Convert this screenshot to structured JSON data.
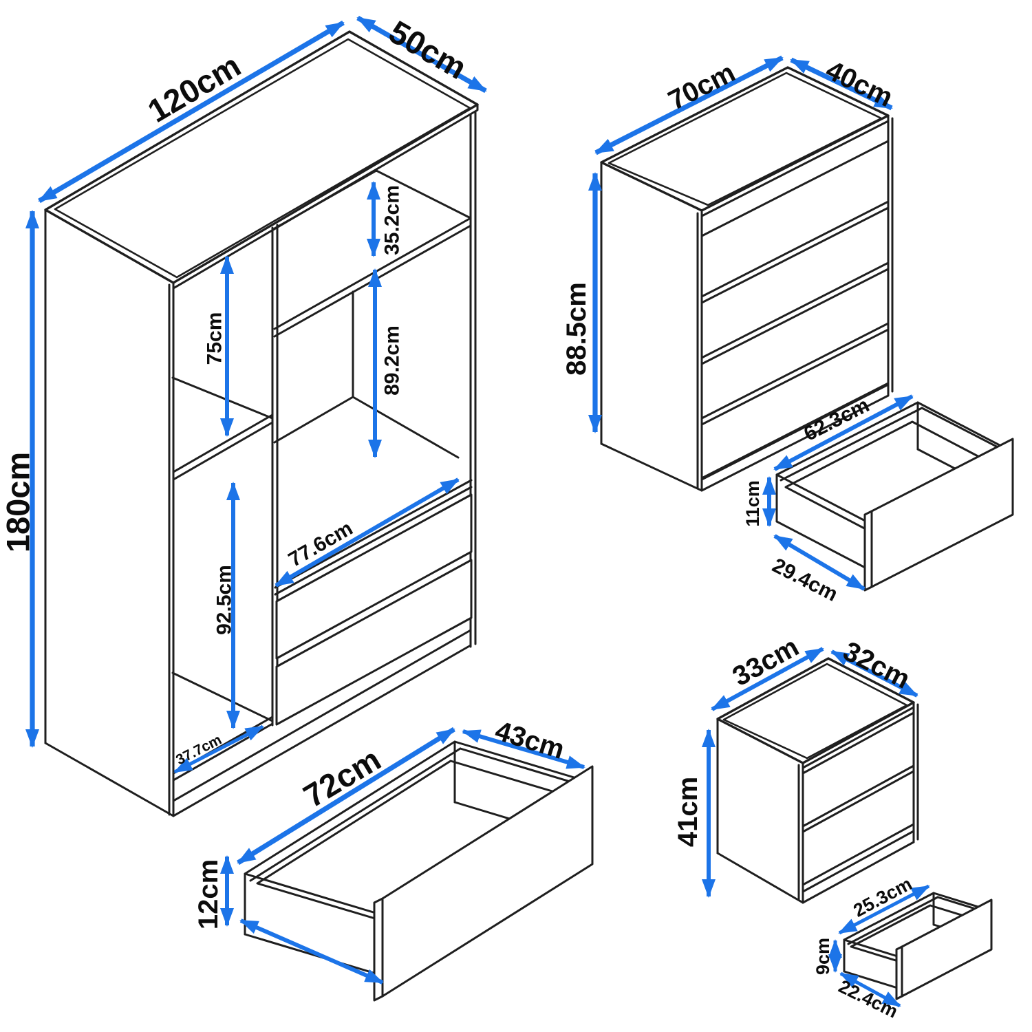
{
  "colors": {
    "bg": "#ffffff",
    "line": "#1f1f1f",
    "arrow": "#1c74e8"
  },
  "wardrobe": {
    "width": "120cm",
    "depth": "50cm",
    "height": "180cm",
    "left_top_compartment": "75cm",
    "left_bottom_compartment": "92.5cm",
    "left_interior_width": "37.7cm",
    "right_top_compartment": "35.2cm",
    "right_hanging_height": "89.2cm",
    "right_interior_width": "77.6cm"
  },
  "wardrobe_drawer": {
    "width": "72cm",
    "depth": "43cm",
    "height": "12cm"
  },
  "chest": {
    "width": "70cm",
    "depth": "40cm",
    "height": "88.5cm"
  },
  "chest_drawer": {
    "width": "62.3cm",
    "height": "11cm",
    "depth": "29.4cm"
  },
  "bedside": {
    "width": "33cm",
    "depth": "32cm",
    "height": "41cm"
  },
  "bedside_drawer": {
    "width": "25.3cm",
    "height": "9cm",
    "depth": "22.4cm"
  }
}
